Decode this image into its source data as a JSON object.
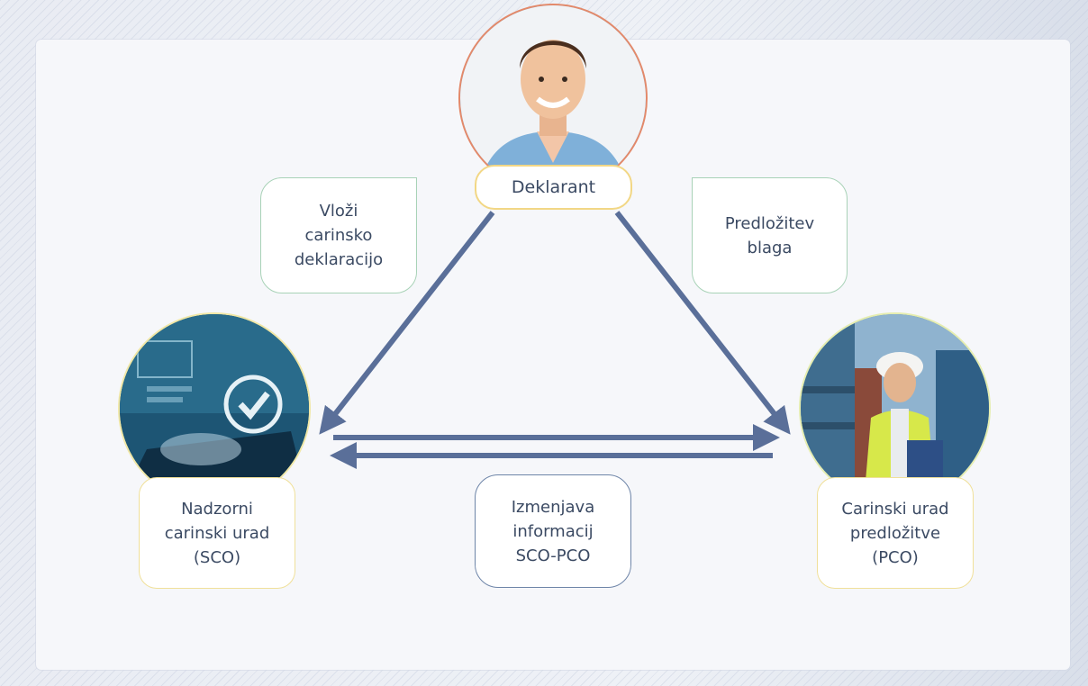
{
  "diagram": {
    "declarant_label": "Deklarant",
    "submit_label": "Vloži\ncarinsko\ndeklaracijo",
    "presentation_label": "Predložitev\nblaga",
    "sco_label": "Nadzorni\ncarinski urad\n(SCO)",
    "pco_label": "Carinski urad\npredložitve\n(PCO)",
    "exchange_label": "Izmenjava\ninformacij\nSCO-PCO"
  },
  "colors": {
    "arrow": "#5a6f99",
    "label_text": "#3b4a63"
  }
}
